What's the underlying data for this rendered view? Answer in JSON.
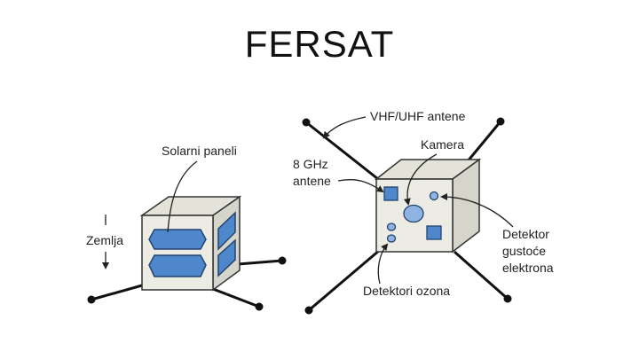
{
  "title": "FERSAT",
  "labels": {
    "solar_panels": "Solarni paneli",
    "earth": "Zemlja",
    "vhf_uhf": "VHF/UHF antene",
    "camera": "Kamera",
    "ghz_line1": "8 GHz",
    "ghz_line2": "antene",
    "detector_line1": "Detektor",
    "detector_line2": "gustoće",
    "detector_line3": "elektrona",
    "ozone": "Detektori ozona"
  },
  "colors": {
    "cube_face": "#ecebe4",
    "cube_side": "#d6d5cc",
    "cube_top": "#e4e3da",
    "outline": "#333333",
    "panel_blue": "#4f87cc",
    "sensor_blue": "#8fb3e2",
    "antenna": "#111111"
  }
}
